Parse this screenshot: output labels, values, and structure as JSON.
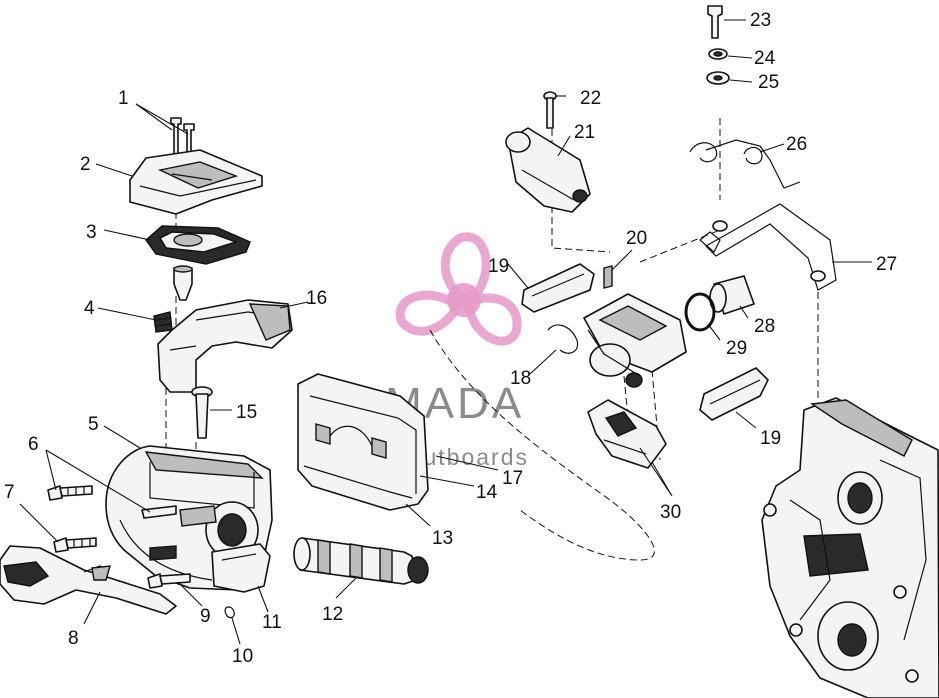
{
  "diagram": {
    "callouts": [
      "1",
      "2",
      "3",
      "4",
      "5",
      "6",
      "7",
      "8",
      "9",
      "10",
      "11",
      "12",
      "13",
      "14",
      "15",
      "16",
      "17",
      "18",
      "19",
      "19",
      "20",
      "21",
      "22",
      "23",
      "24",
      "25",
      "26",
      "27",
      "28",
      "29",
      "30"
    ]
  },
  "watermark": {
    "brand": "ARMADA",
    "subtitle": "marine outboards",
    "color": "#e59ac8"
  }
}
